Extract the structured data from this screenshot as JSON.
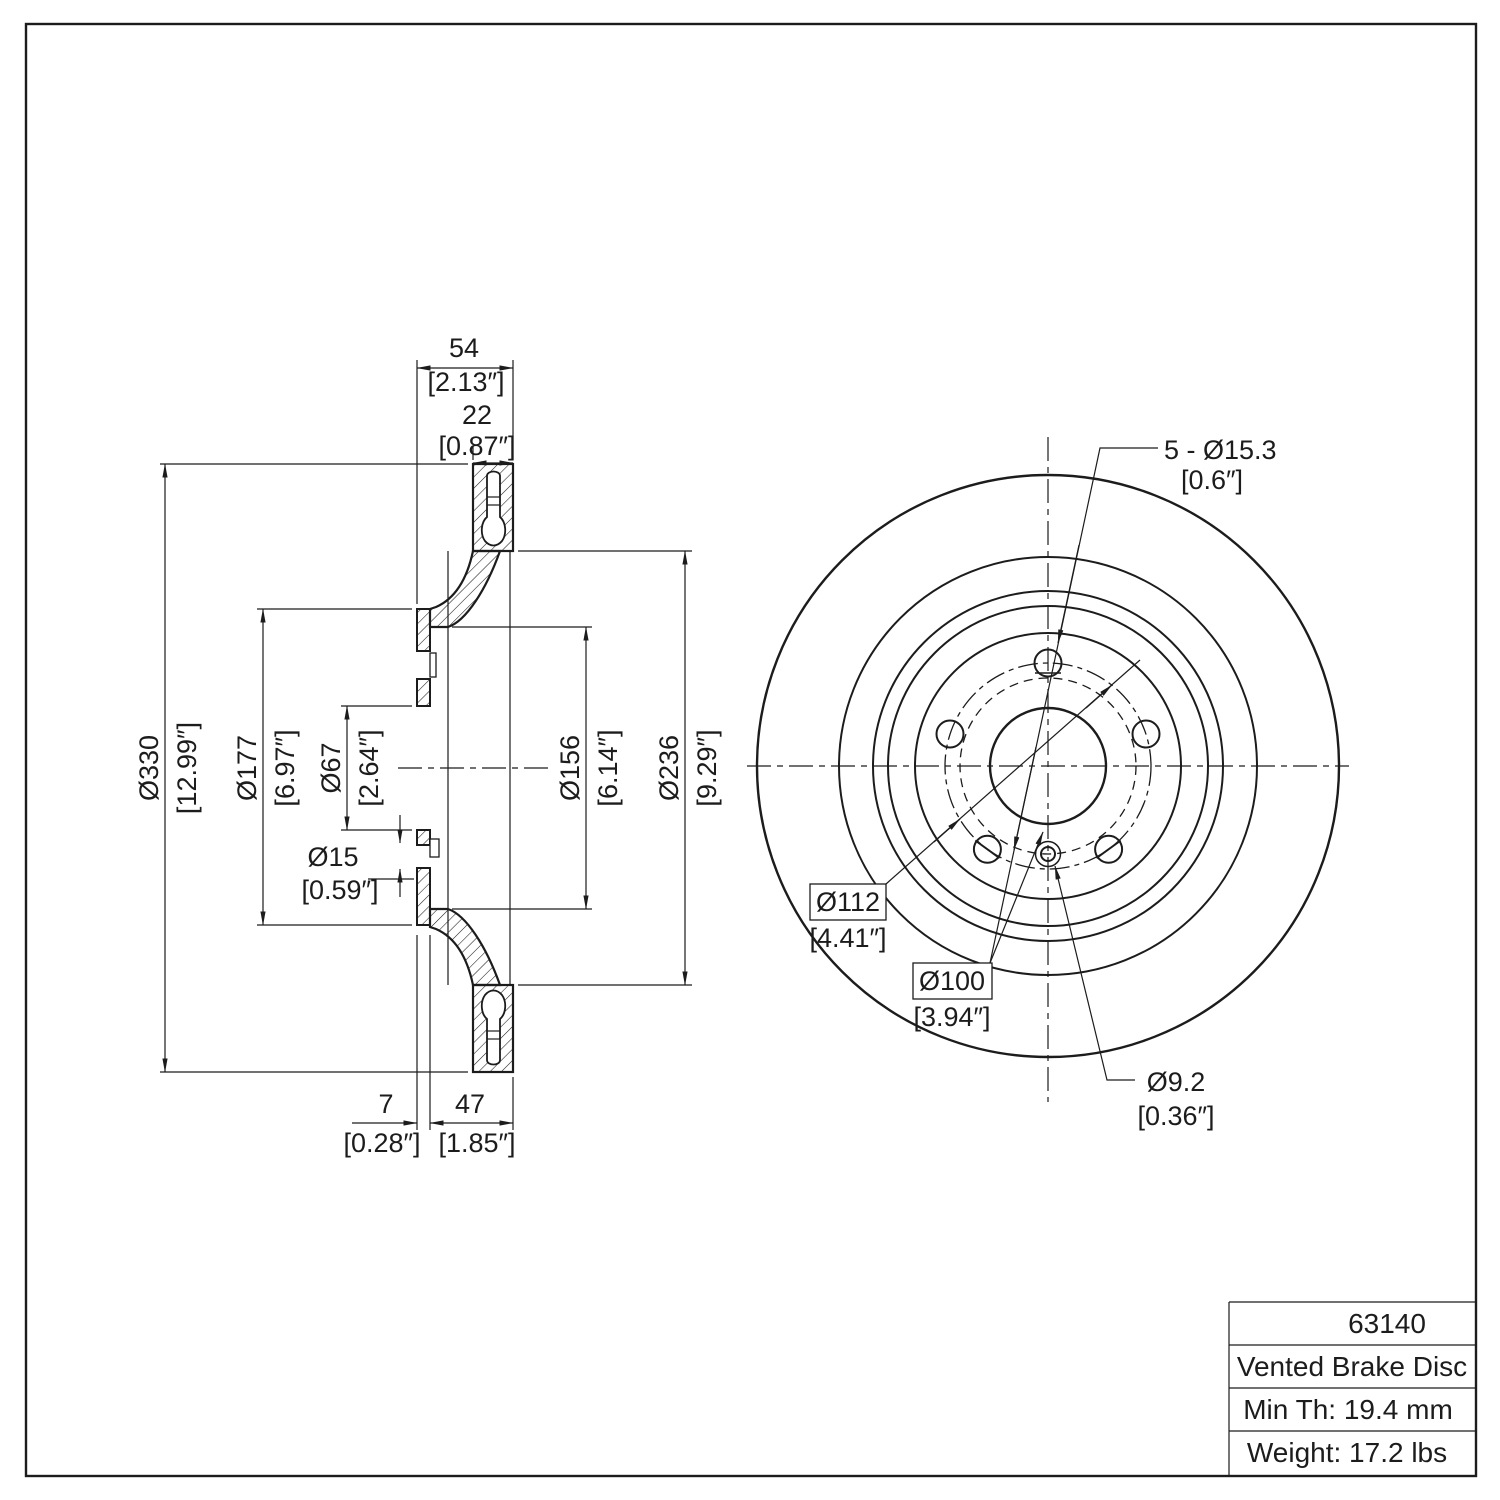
{
  "title_block": {
    "part_number": "63140",
    "description": "Vented Brake Disc",
    "min_thickness": "Min Th: 19.4 mm",
    "weight": "Weight: 17.2 lbs"
  },
  "section_view": {
    "dim_total_width_mm": "54",
    "dim_total_width_in": "[2.13″]",
    "dim_ring_width_mm": "22",
    "dim_ring_width_in": "[0.87″]",
    "dim_outer_dia_mm": "Ø330",
    "dim_outer_dia_in": "[12.99″]",
    "dim_hat_dia_mm": "Ø177",
    "dim_hat_dia_in": "[6.97″]",
    "dim_bore_dia_mm": "Ø67",
    "dim_bore_dia_in": "[2.64″]",
    "dim_screw_hole_mm": "Ø15",
    "dim_screw_hole_in": "[0.59″]",
    "dim_hat_inner_dia_mm": "Ø156",
    "dim_hat_inner_dia_in": "[6.14″]",
    "dim_ring_inner_dia_mm": "Ø236",
    "dim_ring_inner_dia_in": "[9.29″]",
    "dim_hat_face_mm": "7",
    "dim_hat_face_in": "[0.28″]",
    "dim_hat_depth_mm": "47",
    "dim_hat_depth_in": "[1.85″]"
  },
  "front_view": {
    "dim_bolt_holes_mm": "5 - Ø15.3",
    "dim_bolt_holes_in": "[0.6″]",
    "dim_bolt_circle_mm": "Ø112",
    "dim_bolt_circle_in": "[4.41″]",
    "dim_screw_circle_mm": "Ø100",
    "dim_screw_circle_in": "[3.94″]",
    "dim_set_screw_mm": "Ø9.2",
    "dim_set_screw_in": "[0.36″]"
  }
}
